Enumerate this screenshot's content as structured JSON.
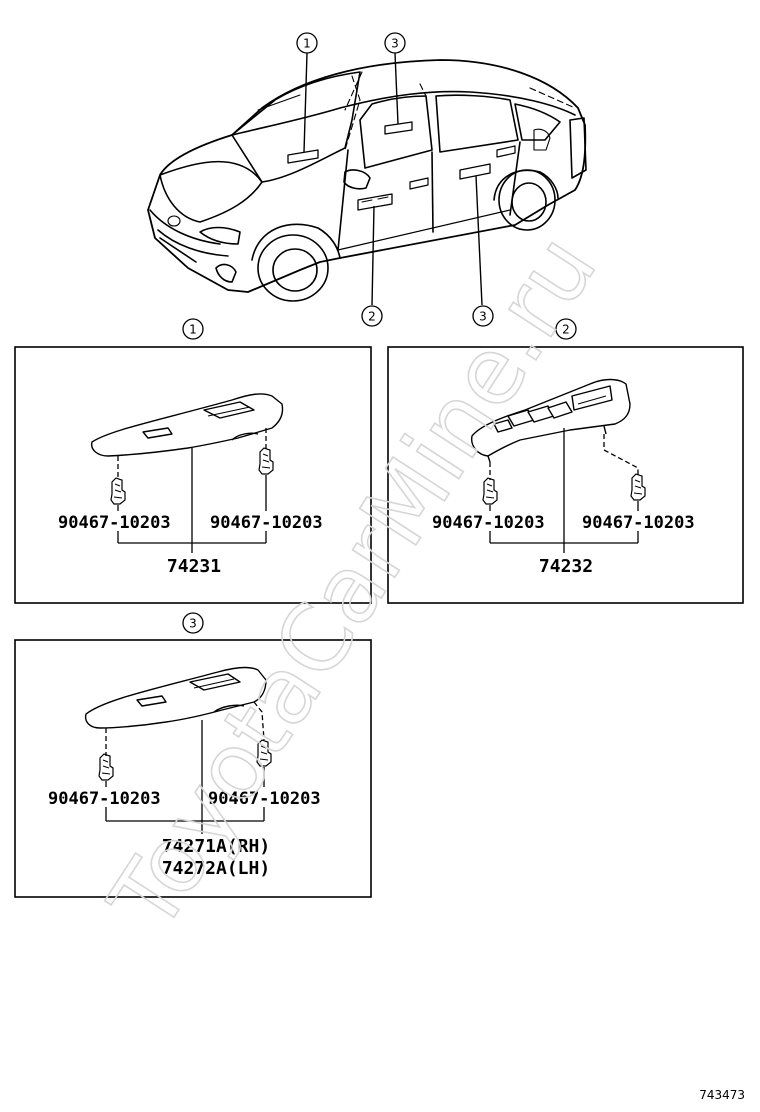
{
  "callouts": {
    "top_1": "1",
    "top_3": "3",
    "bottom_2": "2",
    "bottom_3": "3",
    "panel1": "1",
    "panel2": "2",
    "panel3": "3"
  },
  "panel1": {
    "clip_left": "90467-10203",
    "clip_right": "90467-10203",
    "part": "74231"
  },
  "panel2": {
    "clip_left": "90467-10203",
    "clip_right": "90467-10203",
    "part": "74232"
  },
  "panel3": {
    "clip_left": "90467-10203",
    "clip_right": "90467-10203",
    "part_rh": "74271A(RH)",
    "part_lh": "74272A(LH)"
  },
  "watermark": "ToyotaCarMine.ru",
  "figure_id": "743473"
}
